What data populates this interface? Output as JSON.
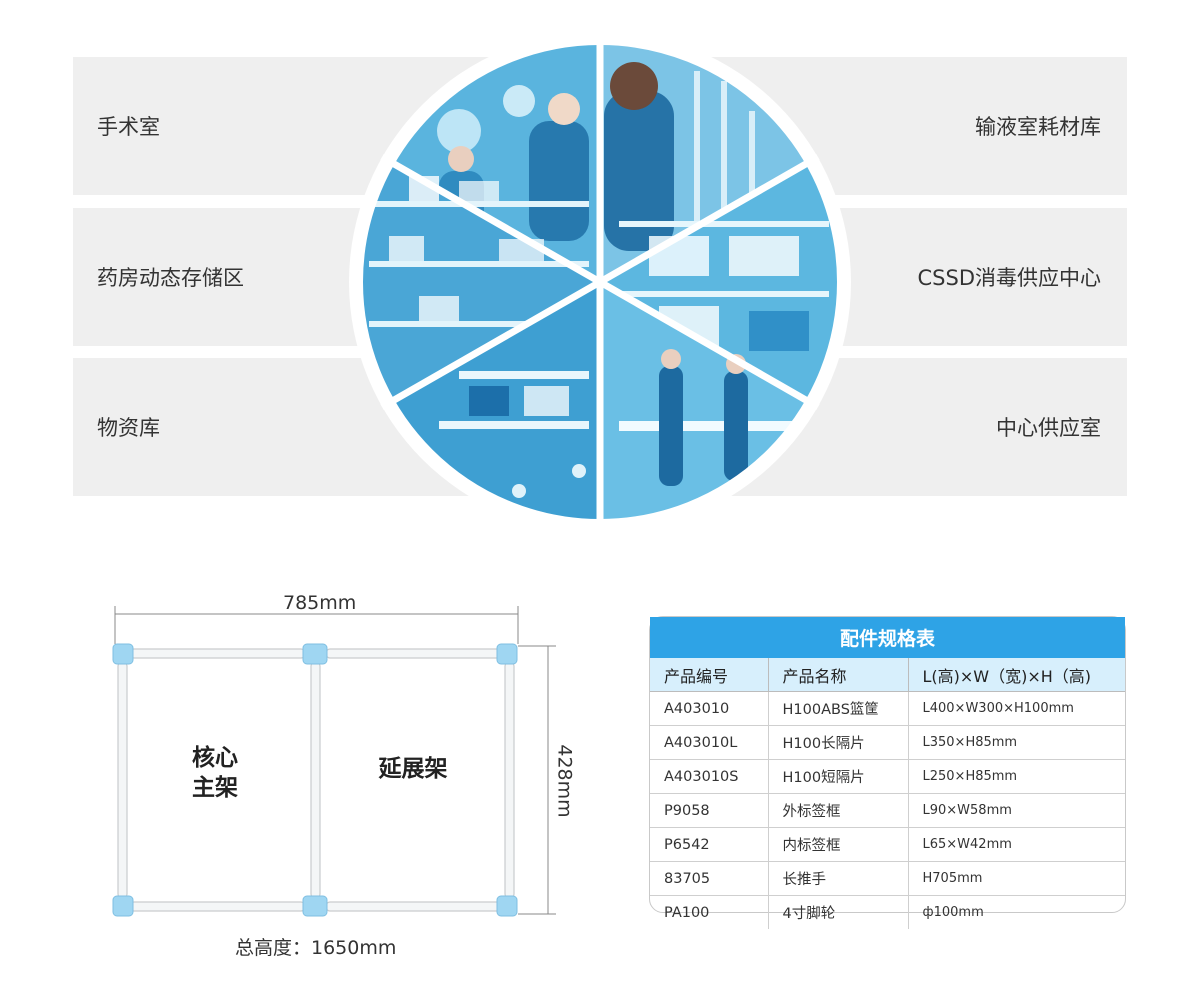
{
  "areas": {
    "left": [
      "手术室",
      "药房动态存储区",
      "物资库"
    ],
    "right": [
      "输液室耗材库",
      "CSSD消毒供应中心",
      "中心供应室"
    ]
  },
  "diagram": {
    "width_label": "785mm",
    "height_label": "428mm",
    "core_label_line1": "核心",
    "core_label_line2": "主架",
    "ext_label": "延展架",
    "total_height": "总高度：1650mm"
  },
  "spec": {
    "title": "配件规格表",
    "headers": [
      "产品编号",
      "产品名称",
      "L(高)×W（宽)×H（高)"
    ],
    "rows": [
      [
        "A403010",
        "H100ABS篮筐",
        "L400×W300×H100mm"
      ],
      [
        "A403010L",
        "H100长隔片",
        "L350×H85mm"
      ],
      [
        "A403010S",
        "H100短隔片",
        "L250×H85mm"
      ],
      [
        "P9058",
        "外标签框",
        "L90×W58mm"
      ],
      [
        "P6542",
        "内标签框",
        "L65×W42mm"
      ],
      [
        "83705",
        "长推手",
        "H705mm"
      ],
      [
        "PA100",
        "4寸脚轮",
        "ф100mm"
      ]
    ]
  },
  "colors": {
    "accent_blue": "#2ea3e6",
    "header_blue": "#d7effc",
    "band_gray": "#efefef",
    "connector_blue": "#9fd6f2"
  }
}
